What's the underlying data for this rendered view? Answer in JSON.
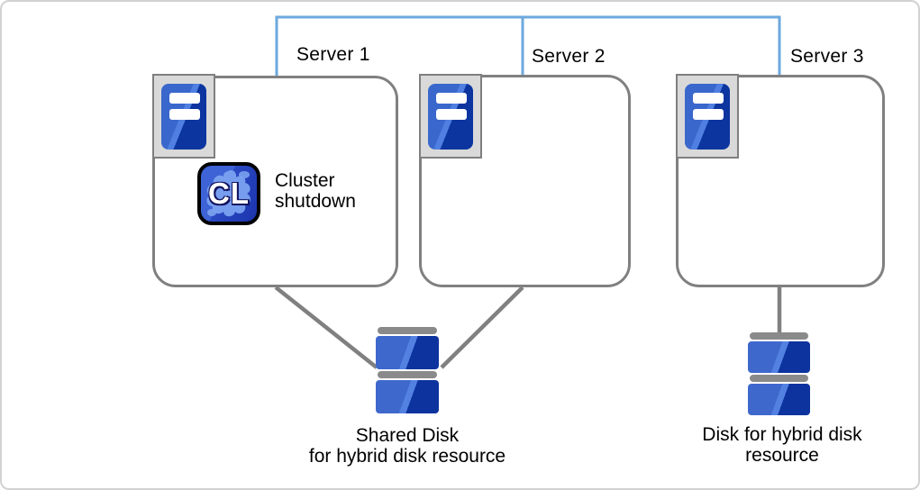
{
  "diagram": {
    "servers": [
      {
        "label": "Server 1"
      },
      {
        "label": "Server 2"
      },
      {
        "label": "Server 3"
      }
    ],
    "cluster_shutdown": {
      "badge": "CL",
      "lines": [
        "Cluster",
        "shutdown"
      ]
    },
    "shared_disk": {
      "lines": [
        "Shared Disk",
        "for hybrid disk resource"
      ]
    },
    "hybrid_disk": {
      "lines": [
        "Disk for hybrid disk",
        "resource"
      ]
    },
    "icons": {
      "server": "server-tower-icon",
      "cluster": "cl-badge-icon",
      "disk": "disk-stack-icon"
    },
    "colors": {
      "network_blue": "#6CA9DE",
      "connector_gray": "#808080",
      "box_border_gray": "#808080",
      "server_blue_light": "#3E68CC",
      "server_blue_dark": "#0D339F",
      "disk_cap_gray": "#8A8A8A",
      "icon_frame_gray": "#D9D9D9",
      "cl_splat_blue": "#7BA2F0",
      "text_black": "#000000"
    }
  }
}
